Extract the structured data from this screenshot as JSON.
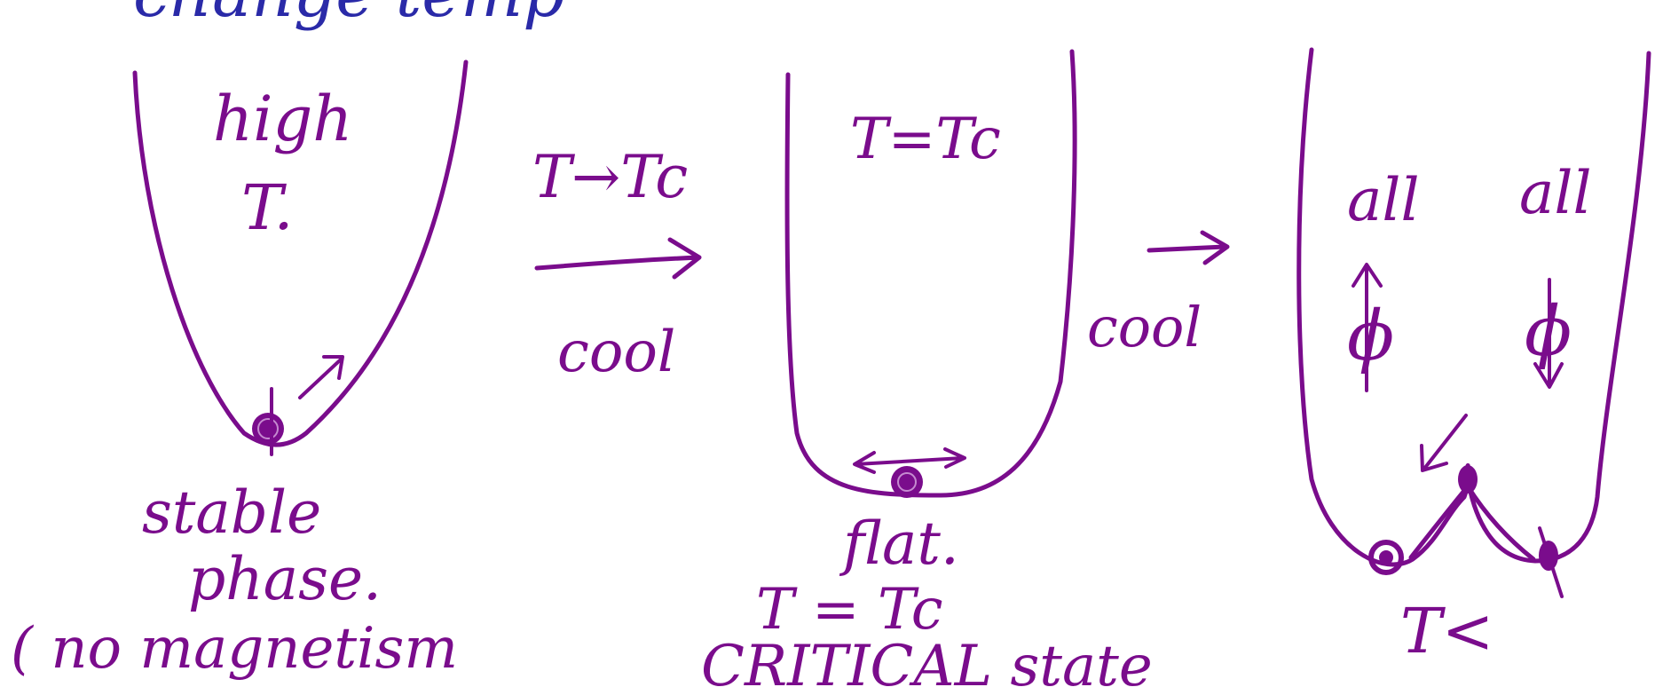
{
  "colors": {
    "ink_purple": "#7a0c8c",
    "ink_blue": "#2a2aa8"
  },
  "heading_fragment": "change  temp",
  "panels": [
    {
      "title_line1": "high",
      "title_line2": "T.",
      "caption_line1": "stable",
      "caption_line2": "phase.",
      "caption_line3": "( no magnetism"
    },
    {
      "title": "T=Tc",
      "caption_line1": "flat.",
      "caption_line2": "T = Tc",
      "caption_line3": "CRITICAL state"
    },
    {
      "label_left": "all",
      "label_right": "all",
      "symbol_left": "ϕ",
      "symbol_right": "ϕ",
      "caption": "T<"
    }
  ],
  "transitions": [
    {
      "above": "T→Tc",
      "below": "cool"
    },
    {
      "above": "",
      "below": "cool"
    }
  ]
}
